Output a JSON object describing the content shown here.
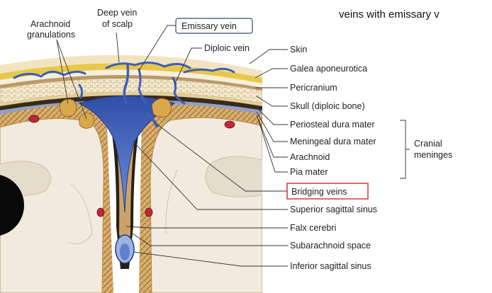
{
  "header": {
    "title": "veins with emissary v"
  },
  "labels_top": {
    "arachnoid_granulations_1": "Arachnoid",
    "arachnoid_granulations_2": "granulations",
    "deep_vein_1": "Deep vein",
    "deep_vein_2": "of scalp",
    "emissary_vein": "Emissary vein",
    "diploic_vein": "Diploic vein"
  },
  "labels_right": [
    "Skin",
    "Galea aponeurotica",
    "Pericranium",
    "Skull (diploic bone)",
    "Periosteal dura mater",
    "Meningeal dura mater",
    "Arachnoid",
    "Pia mater",
    "Bridging veins",
    "Superior sagittal sinus",
    "Falx cerebri",
    "Subarachnoid space",
    "Inferior sagittal sinus"
  ],
  "bracket": {
    "line1": "Cranial",
    "line2": "meninges"
  },
  "colors": {
    "vein_blue": "#3d5fb8",
    "sinus_blue": "#5f7fd0",
    "bone": "#e8d7a8",
    "dura": "#9a6a2a",
    "brain": "#f2eadf",
    "artery_red": "#c0283a",
    "highlight_red": "#cf2a2a"
  }
}
